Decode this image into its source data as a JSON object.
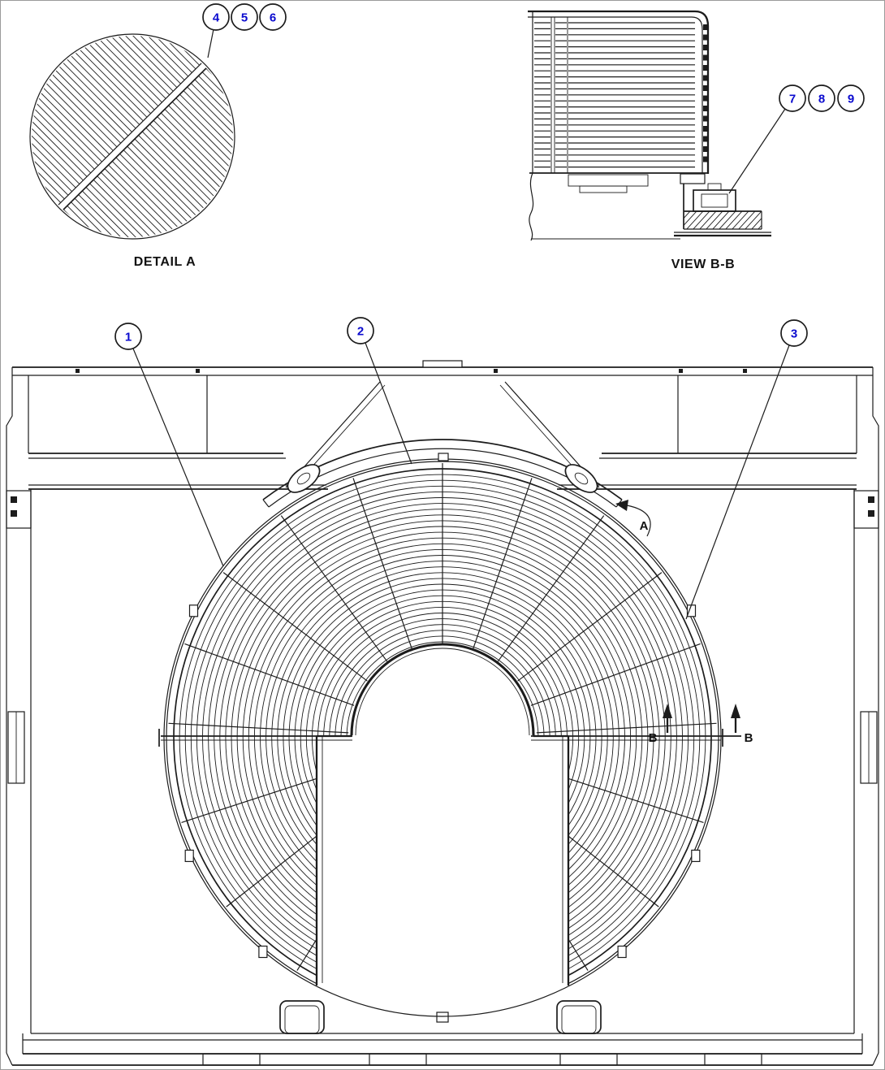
{
  "page": {
    "background": "#ffffff",
    "border_color": "#9a9a9a"
  },
  "colors": {
    "line": "#1c1c1c",
    "callout_number": "#0b0bcf"
  },
  "views": {
    "detail_a": {
      "label": "DETAIL A"
    },
    "view_bb": {
      "label": "VIEW B-B"
    }
  },
  "markers": {
    "detail": "A",
    "section_left": "B",
    "section_right": "B"
  },
  "callouts": {
    "c1": "1",
    "c2": "2",
    "c3": "3",
    "c4": "4",
    "c5": "5",
    "c6": "6",
    "c7": "7",
    "c8": "8",
    "c9": "9"
  }
}
